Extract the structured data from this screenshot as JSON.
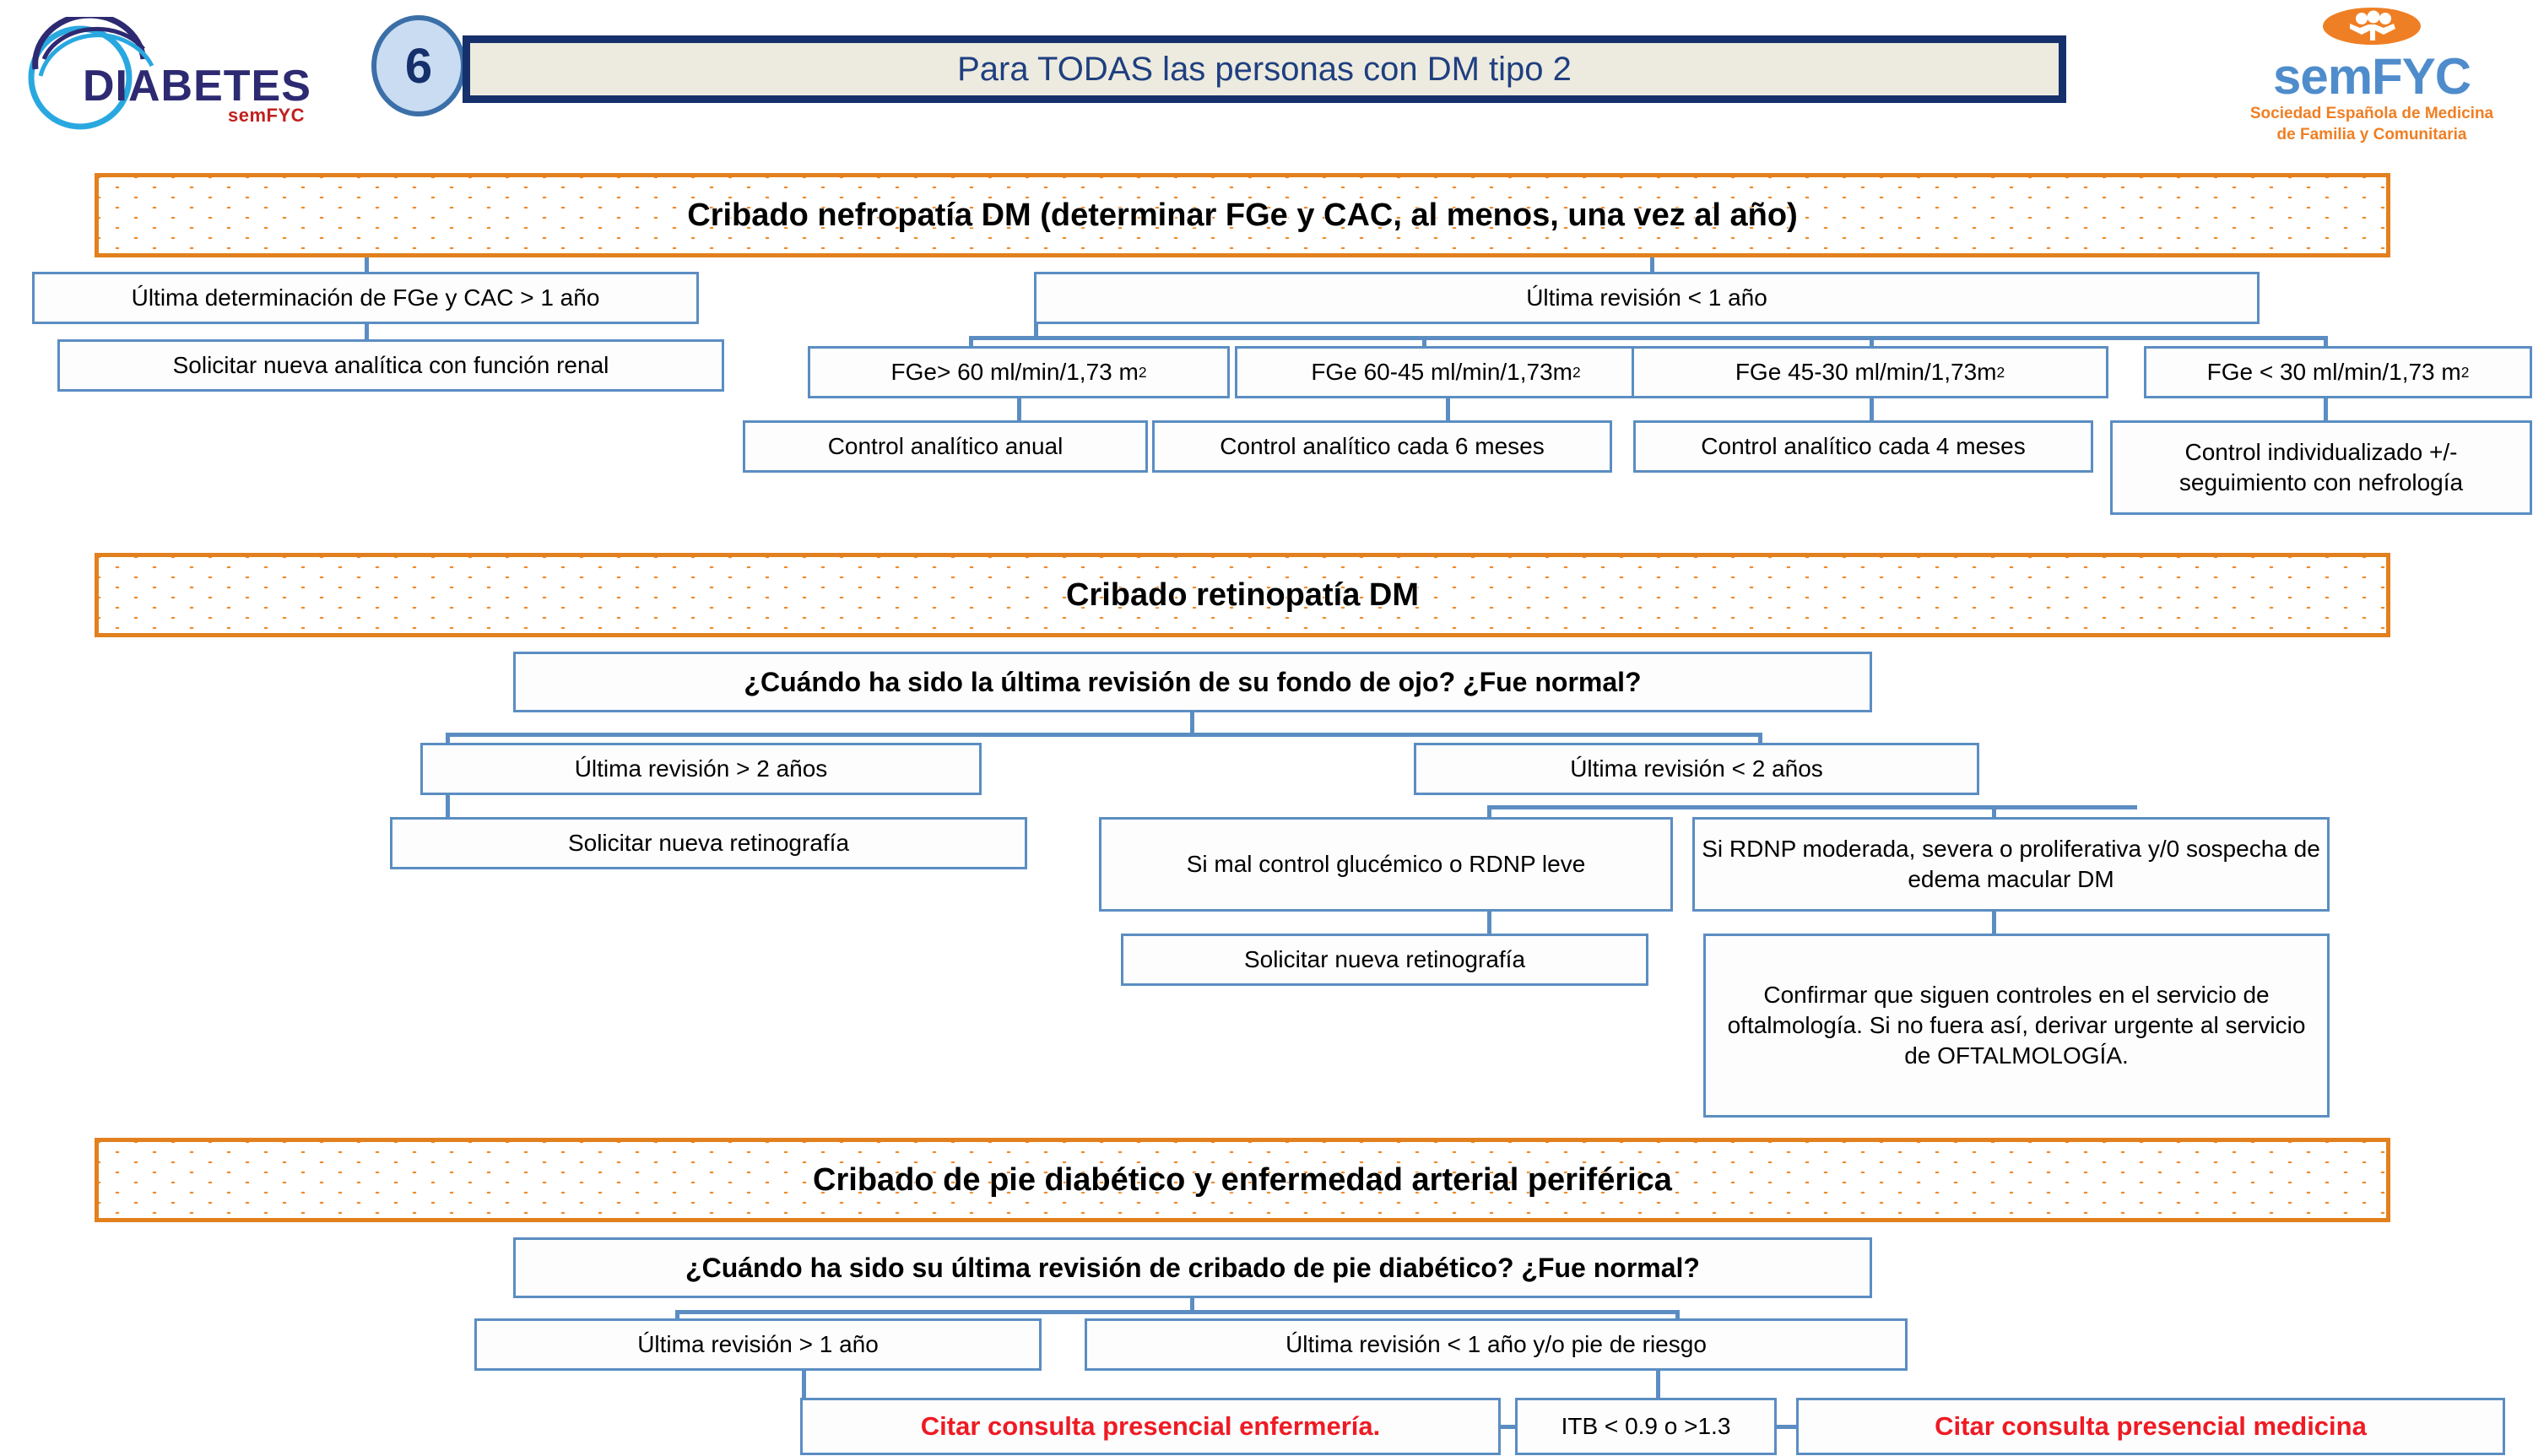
{
  "header": {
    "logo_left": {
      "word": "DIABETES",
      "sub": "semFYC",
      "icon": "diabetes-arc-logo"
    },
    "badge_number": "6",
    "title": "Para TODAS las personas con DM tipo 2",
    "logo_right": {
      "name_sem": "sem",
      "name_fyc": "FYC",
      "caption_line1": "Sociedad Española de Medicina",
      "caption_line2": "de Familia y Comunitaria",
      "icon": "semfyc-family-oval-icon"
    }
  },
  "colors": {
    "band_border": "#e2801e",
    "band_dots": "#ef8a2a",
    "box_border": "#5b8dc2",
    "title_navy": "#16306b",
    "title_fill": "#edebdf",
    "badge_fill": "#c9dcf2",
    "red_text": "#ee1b24",
    "semfyc_blue": "#4f8ccc",
    "semfyc_orange": "#ef7f24"
  },
  "sections": [
    {
      "id": "nefropatia",
      "band": "Cribado nefropatía DM (determinar FGe y CAC, al menos, una vez al año)",
      "boxes": {
        "left_branch": "Última determinación de FGe y CAC > 1 año",
        "left_action": "Solicitar nueva analítica  con función renal",
        "right_branch": "Última revisión < 1 año",
        "fge_1": "FGe> 60 ml/min/1,73 m",
        "fge_1_sup": "2",
        "fge_2": "FGe 60-45 ml/min/1,73m",
        "fge_2_sup": "2",
        "fge_3": "FGe 45-30 ml/min/1,73m",
        "fge_3_sup": "2",
        "fge_4": "FGe < 30 ml/min/1,73 m",
        "fge_4_sup": "2",
        "act_1": "Control analítico anual",
        "act_2": "Control analítico cada 6 meses",
        "act_3": "Control analítico cada 4 meses",
        "act_4": "Control individualizado +/- seguimiento con nefrología"
      }
    },
    {
      "id": "retinopatia",
      "band": "Cribado retinopatía DM",
      "boxes": {
        "question": "¿Cuándo ha sido la última revisión de su fondo de ojo? ¿Fue normal?",
        "left_branch": "Última revisión > 2 años",
        "left_action": "Solicitar nueva retinografía",
        "right_branch": "Última revisión < 2 años",
        "mid_cond": "Si mal control glucémico o RDNP leve",
        "mid_action": "Solicitar nueva retinografía",
        "right_cond": "Si RDNP moderada, severa o proliferativa y/0 sospecha de edema macular DM",
        "right_action": "Confirmar que siguen controles en el servicio de oftalmología. Si no fuera así, derivar urgente al servicio de OFTALMOLOGÍA."
      }
    },
    {
      "id": "pie-diabetico",
      "band": "Cribado de pie diabético y enfermedad arterial periférica",
      "boxes": {
        "question": "¿Cuándo ha sido su última revisión de cribado de pie diabético? ¿Fue normal?",
        "left_branch": "Última revisión > 1 año",
        "right_branch": "Última revisión < 1 año y/o pie de riesgo",
        "action_nurse": "Citar consulta  presencial enfermería.",
        "itb": "ITB < 0.9 o >1.3",
        "action_doctor": "Citar consulta  presencial  medicina"
      }
    }
  ]
}
